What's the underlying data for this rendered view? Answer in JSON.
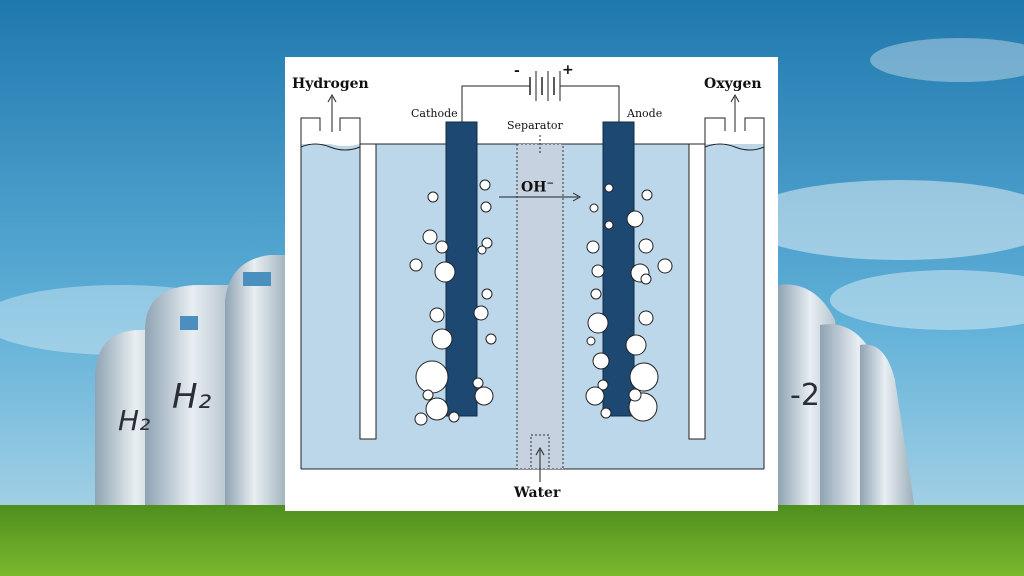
{
  "diagram": {
    "hydrogen_label": "Hydrogen",
    "oxygen_label": "Oxygen",
    "cathode_label": "Cathode",
    "anode_label": "Anode",
    "separator_label": "Separator",
    "ion_label": "OH",
    "ion_charge": "−",
    "water_label": "Water",
    "battery_minus": "-",
    "battery_plus": "+"
  },
  "background": {
    "tank_label": "H₂"
  },
  "colors": {
    "electrolyte": "#bcd6ea",
    "electrode": "#1c4872",
    "separator": "#c7d2e0",
    "sky_top": "#1f78ae",
    "sky_bottom": "#b9dbe9",
    "grass": "#5d9b22"
  }
}
